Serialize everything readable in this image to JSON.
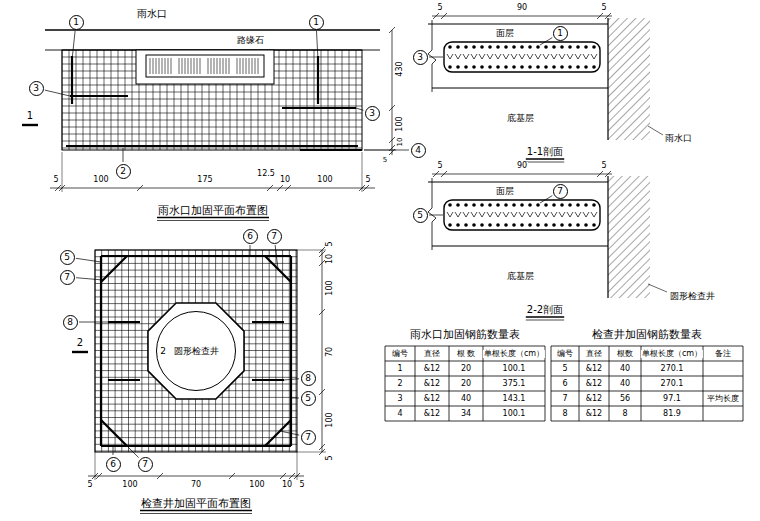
{
  "diagram": {
    "nodes": [
      {
        "text": [
          "1"
        ]
      },
      {
        "text": [
          "1"
        ]
      },
      {
        "text": [
          "3"
        ]
      },
      {
        "text": [
          "3"
        ]
      },
      {
        "text": [
          "2"
        ]
      },
      {
        "text": [
          "4"
        ]
      },
      {
        "text": [
          "1"
        ]
      },
      {
        "text": [
          "3"
        ]
      },
      {
        "text": [
          "7"
        ]
      },
      {
        "text": [
          "5"
        ]
      },
      {
        "text": [
          "5"
        ]
      },
      {
        "text": [
          "7"
        ]
      },
      {
        "text": [
          "8"
        ]
      },
      {
        "text": [
          "6"
        ]
      },
      {
        "text": [
          "7"
        ]
      },
      {
        "text": [
          "圆形检查井"
        ]
      },
      {
        "text": [
          "8"
        ]
      },
      {
        "text": [
          "5"
        ]
      },
      {
        "text": [
          "7"
        ]
      },
      {
        "text": [
          "6"
        ]
      },
      {
        "text": [
          "7"
        ]
      }
    ],
    "labels": [
      "雨水口",
      "路缘石",
      "1",
      "430",
      "100",
      "10",
      "5",
      "5",
      "100",
      "175",
      "12.5",
      "10",
      "100",
      "5",
      "雨水口加固平面布置图",
      "5",
      "90",
      "5",
      "面层",
      "底基层",
      "雨水口",
      "1-1剖面",
      "5",
      "90",
      "5",
      "面层",
      "底基层",
      "圆形检查井",
      "2-2剖面",
      "2",
      "2",
      "5",
      "10",
      "100",
      "70",
      "100",
      "5",
      "5",
      "100",
      "70",
      "100",
      "10",
      "5",
      "检查井加固平面布置图",
      "雨水口加固钢筋数量表",
      "编号",
      "直径",
      "根 数",
      "单根长度（cm）",
      "1",
      "&12",
      "20",
      "100.1",
      "2",
      "&12",
      "20",
      "375.1",
      "3",
      "&12",
      "40",
      "143.1",
      "4",
      "&12",
      "34",
      "100.1",
      "检查井加固钢筋数量表",
      "编号",
      "直径",
      "根数",
      "单根长度（cm）",
      "备注",
      "5",
      "&12",
      "40",
      "270.1",
      "6",
      "&12",
      "40",
      "270.1",
      "7",
      "&12",
      "56",
      "97.1",
      "平均长度",
      "8",
      "&12",
      "8",
      "81.9"
    ]
  }
}
